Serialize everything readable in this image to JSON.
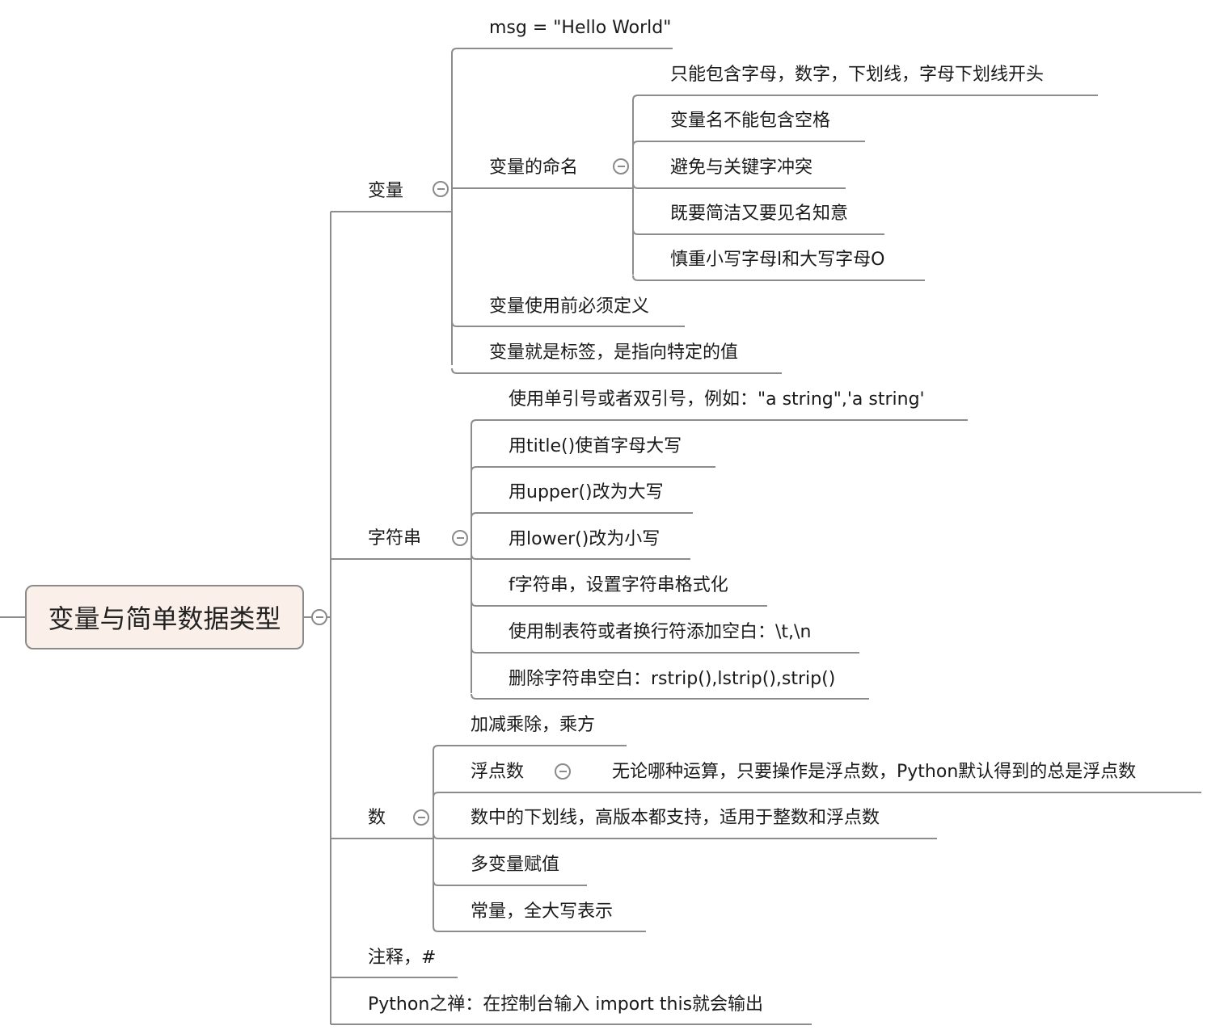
{
  "root": {
    "label": "变量与简单数据类型"
  },
  "branches": {
    "variable": {
      "label": "变量",
      "msg": "msg = \"Hello World\"",
      "naming": {
        "label": "变量的命名",
        "rules": [
          "只能包含字母，数字，下划线，字母下划线开头",
          "变量名不能包含空格",
          "避免与关键字冲突",
          "既要简洁又要见名知意",
          "慎重小写字母l和大写字母O"
        ]
      },
      "must_define": "变量使用前必须定义",
      "is_label": "变量就是标签，是指向特定的值"
    },
    "string": {
      "label": "字符串",
      "items": [
        "使用单引号或者双引号，例如：\"a string\",'a string'",
        "用title()使首字母大写",
        "用upper()改为大写",
        "用lower()改为小写",
        "f字符串，设置字符串格式化",
        "使用制表符或者换行符添加空白：\\t,\\n",
        "删除字符串空白：rstrip(),lstrip(),strip()"
      ]
    },
    "number": {
      "label": "数",
      "arith": "加减乘除，乘方",
      "float": {
        "label": "浮点数",
        "note": "无论哪种运算，只要操作是浮点数，Python默认得到的总是浮点数"
      },
      "underscore": "数中的下划线，高版本都支持，适用于整数和浮点数",
      "multi_assign": "多变量赋值",
      "constant": "常量，全大写表示"
    },
    "comment": "注释，#",
    "zen": "Python之禅：在控制台输入 import this就会输出"
  }
}
